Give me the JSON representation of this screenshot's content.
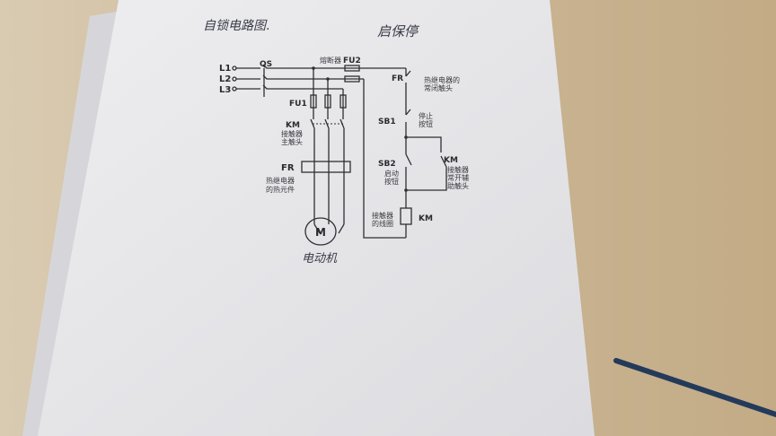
{
  "title_left": "自锁电路图.",
  "title_right": "启保停",
  "lines": [
    "L1",
    "L2",
    "L3"
  ],
  "qs": "QS",
  "fu2_label": "熔断器",
  "fu2": "FU2",
  "fu1": "FU1",
  "km_main": {
    "code": "KM",
    "desc1": "接触器",
    "desc2": "主触头"
  },
  "fr_heater": {
    "code": "FR",
    "desc1": "热继电器",
    "desc2": "的热元件"
  },
  "motor": "M",
  "motor_label": "电动机",
  "fr_contact": {
    "code": "FR",
    "desc1": "热继电器的",
    "desc2": "常闭触头"
  },
  "sb1": {
    "code": "SB1",
    "desc1": "停止",
    "desc2": "按钮"
  },
  "sb2": {
    "code": "SB2",
    "desc1": "启动",
    "desc2": "按钮"
  },
  "km_aux": {
    "code": "KM",
    "desc1": "接触器",
    "desc2": "常开辅",
    "desc3": "助触头"
  },
  "km_coil": {
    "code": "KM",
    "desc1": "接触器",
    "desc2": "的线圈"
  },
  "colors": {
    "paper": "#e6e6e8",
    "wood": "#c7b393",
    "ink": "#2e2e34",
    "pen": "#233a5a"
  }
}
